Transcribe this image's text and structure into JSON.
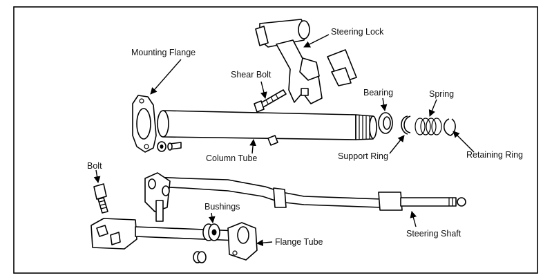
{
  "labels": {
    "mounting_flange": "Mounting Flange",
    "steering_lock": "Steering Lock",
    "shear_bolt": "Shear Bolt",
    "bearing": "Bearing",
    "spring": "Spring",
    "column_tube": "Column Tube",
    "support_ring": "Support Ring",
    "retaining_ring": "Retaining Ring",
    "bolt": "Bolt",
    "bushings": "Bushings",
    "flange_tube": "Flange Tube",
    "steering_shaft": "Steering Shaft"
  },
  "colors": {
    "ink": "#000000",
    "paper": "#ffffff"
  }
}
